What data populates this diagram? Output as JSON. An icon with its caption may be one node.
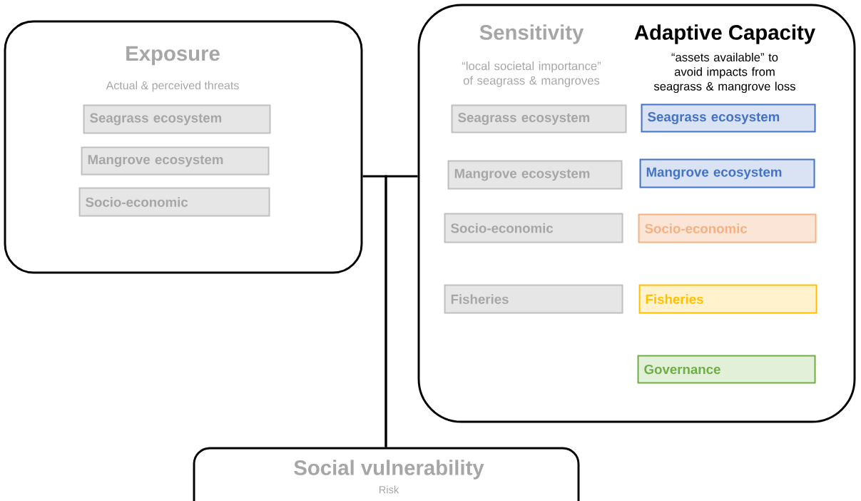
{
  "diagram": {
    "nodes": [
      {
        "text": [
          "Exposure",
          "Actual & perceived threats"
        ]
      },
      {
        "text": [
          "Seagrass ecosystem"
        ],
        "in": 0
      },
      {
        "text": [
          "Mangrove ecosystem"
        ],
        "in": 0
      },
      {
        "text": [
          "Socio-economic"
        ],
        "in": 0
      },
      {
        "text": [
          "Sensitivity",
          "“local societal importance” of seagrass & mangroves",
          "Adaptive Capacity",
          "“assets available” to avoid impacts from seagrass & mangrove loss"
        ]
      },
      {
        "text": [
          "Seagrass ecosystem"
        ],
        "in": 4
      },
      {
        "text": [
          "Mangrove ecosystem"
        ],
        "in": 4
      },
      {
        "text": [
          "Socio-economic"
        ],
        "in": 4
      },
      {
        "text": [
          "Fisheries"
        ],
        "in": 4
      },
      {
        "text": [
          "Seagrass ecosystem"
        ],
        "in": 4
      },
      {
        "text": [
          "Mangrove ecosystem"
        ],
        "in": 4
      },
      {
        "text": [
          "Socio-economic"
        ],
        "in": 4
      },
      {
        "text": [
          "Fisheries"
        ],
        "in": 4
      },
      {
        "text": [
          "Governance"
        ],
        "in": 4
      },
      {
        "text": [
          "Social vulnerability",
          "Risk"
        ]
      }
    ],
    "edges": [
      {
        "from": 0,
        "to": 14,
        "arrow": "none"
      },
      {
        "from": 4,
        "to": 14,
        "arrow": "none"
      }
    ]
  }
}
